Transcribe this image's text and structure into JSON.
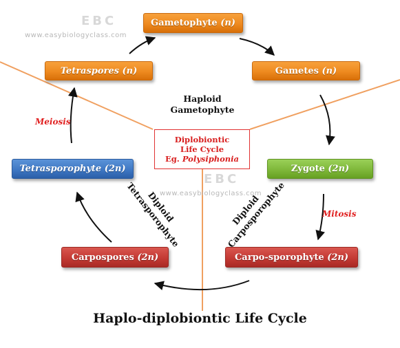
{
  "watermark": {
    "url": "www.easybiologyclass.com",
    "logo": "EBC"
  },
  "nodes": {
    "gametophyte": {
      "name": "Gametophyte",
      "ploidy": "(n)"
    },
    "gametes": {
      "name": "Gametes",
      "ploidy": "(n)"
    },
    "tetraspores": {
      "name": "Tetraspores (n)"
    },
    "zygote": {
      "name": "Zygote",
      "ploidy": "(2n)"
    },
    "tetrasporophyte": {
      "name": "Tetrasporophyte (2n)"
    },
    "carpospores": {
      "name": "Carpospores",
      "ploidy": "(2n)"
    },
    "carposporophyte": {
      "name": "Carpo-sporophyte",
      "ploidy": "(2n)"
    }
  },
  "phases": {
    "haploid_line1": "Haploid",
    "haploid_line2": "Gametophyte",
    "diploid_tetra_line1": "Diploid",
    "diploid_tetra_line2": "Tetrasporophyte",
    "diploid_carpo_line1": "Diploid",
    "diploid_carpo_line2": "Carposporophyte"
  },
  "processes": {
    "meiosis": "Meiosis",
    "mitosis": "Mitosis"
  },
  "center_box": {
    "line1": "Diplobiontic",
    "line2": "Life Cycle",
    "line3_prefix": "Eg.",
    "line3_example": "Polysiphonia"
  },
  "title": "Haplo-diplobiontic Life Cycle",
  "colors": {
    "divider": "#f0a060",
    "arrow": "#111111",
    "process_text": "#e02020",
    "box_border": "#e03030"
  }
}
